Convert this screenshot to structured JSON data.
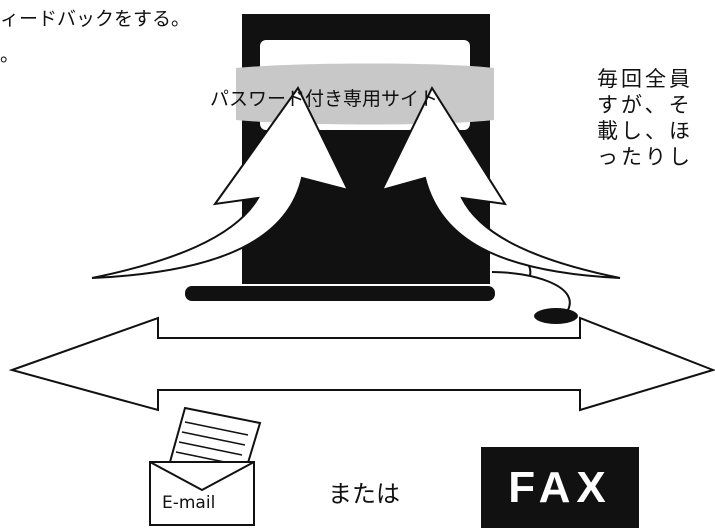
{
  "texts": {
    "top_line1": "ィードバックをする。",
    "top_line2": "。",
    "site_label": "パスワード付き専用サイト",
    "right_lines": [
      "毎回全員",
      "すが、そ",
      "載し、ほ",
      "ったりし"
    ],
    "or": "または",
    "email": "E-mail",
    "fax": "FAX"
  },
  "icons": {
    "laptop": "laptop-icon",
    "mouse": "mouse-icon",
    "envelope": "envelope-icon",
    "left_arrow": "curved-up-arrow-left-icon",
    "right_arrow": "curved-up-arrow-right-icon",
    "double_arrow": "double-headed-arrow-icon"
  },
  "colors": {
    "ink": "#111111",
    "paper": "#ffffff",
    "highlight": "#c8c8c8"
  }
}
